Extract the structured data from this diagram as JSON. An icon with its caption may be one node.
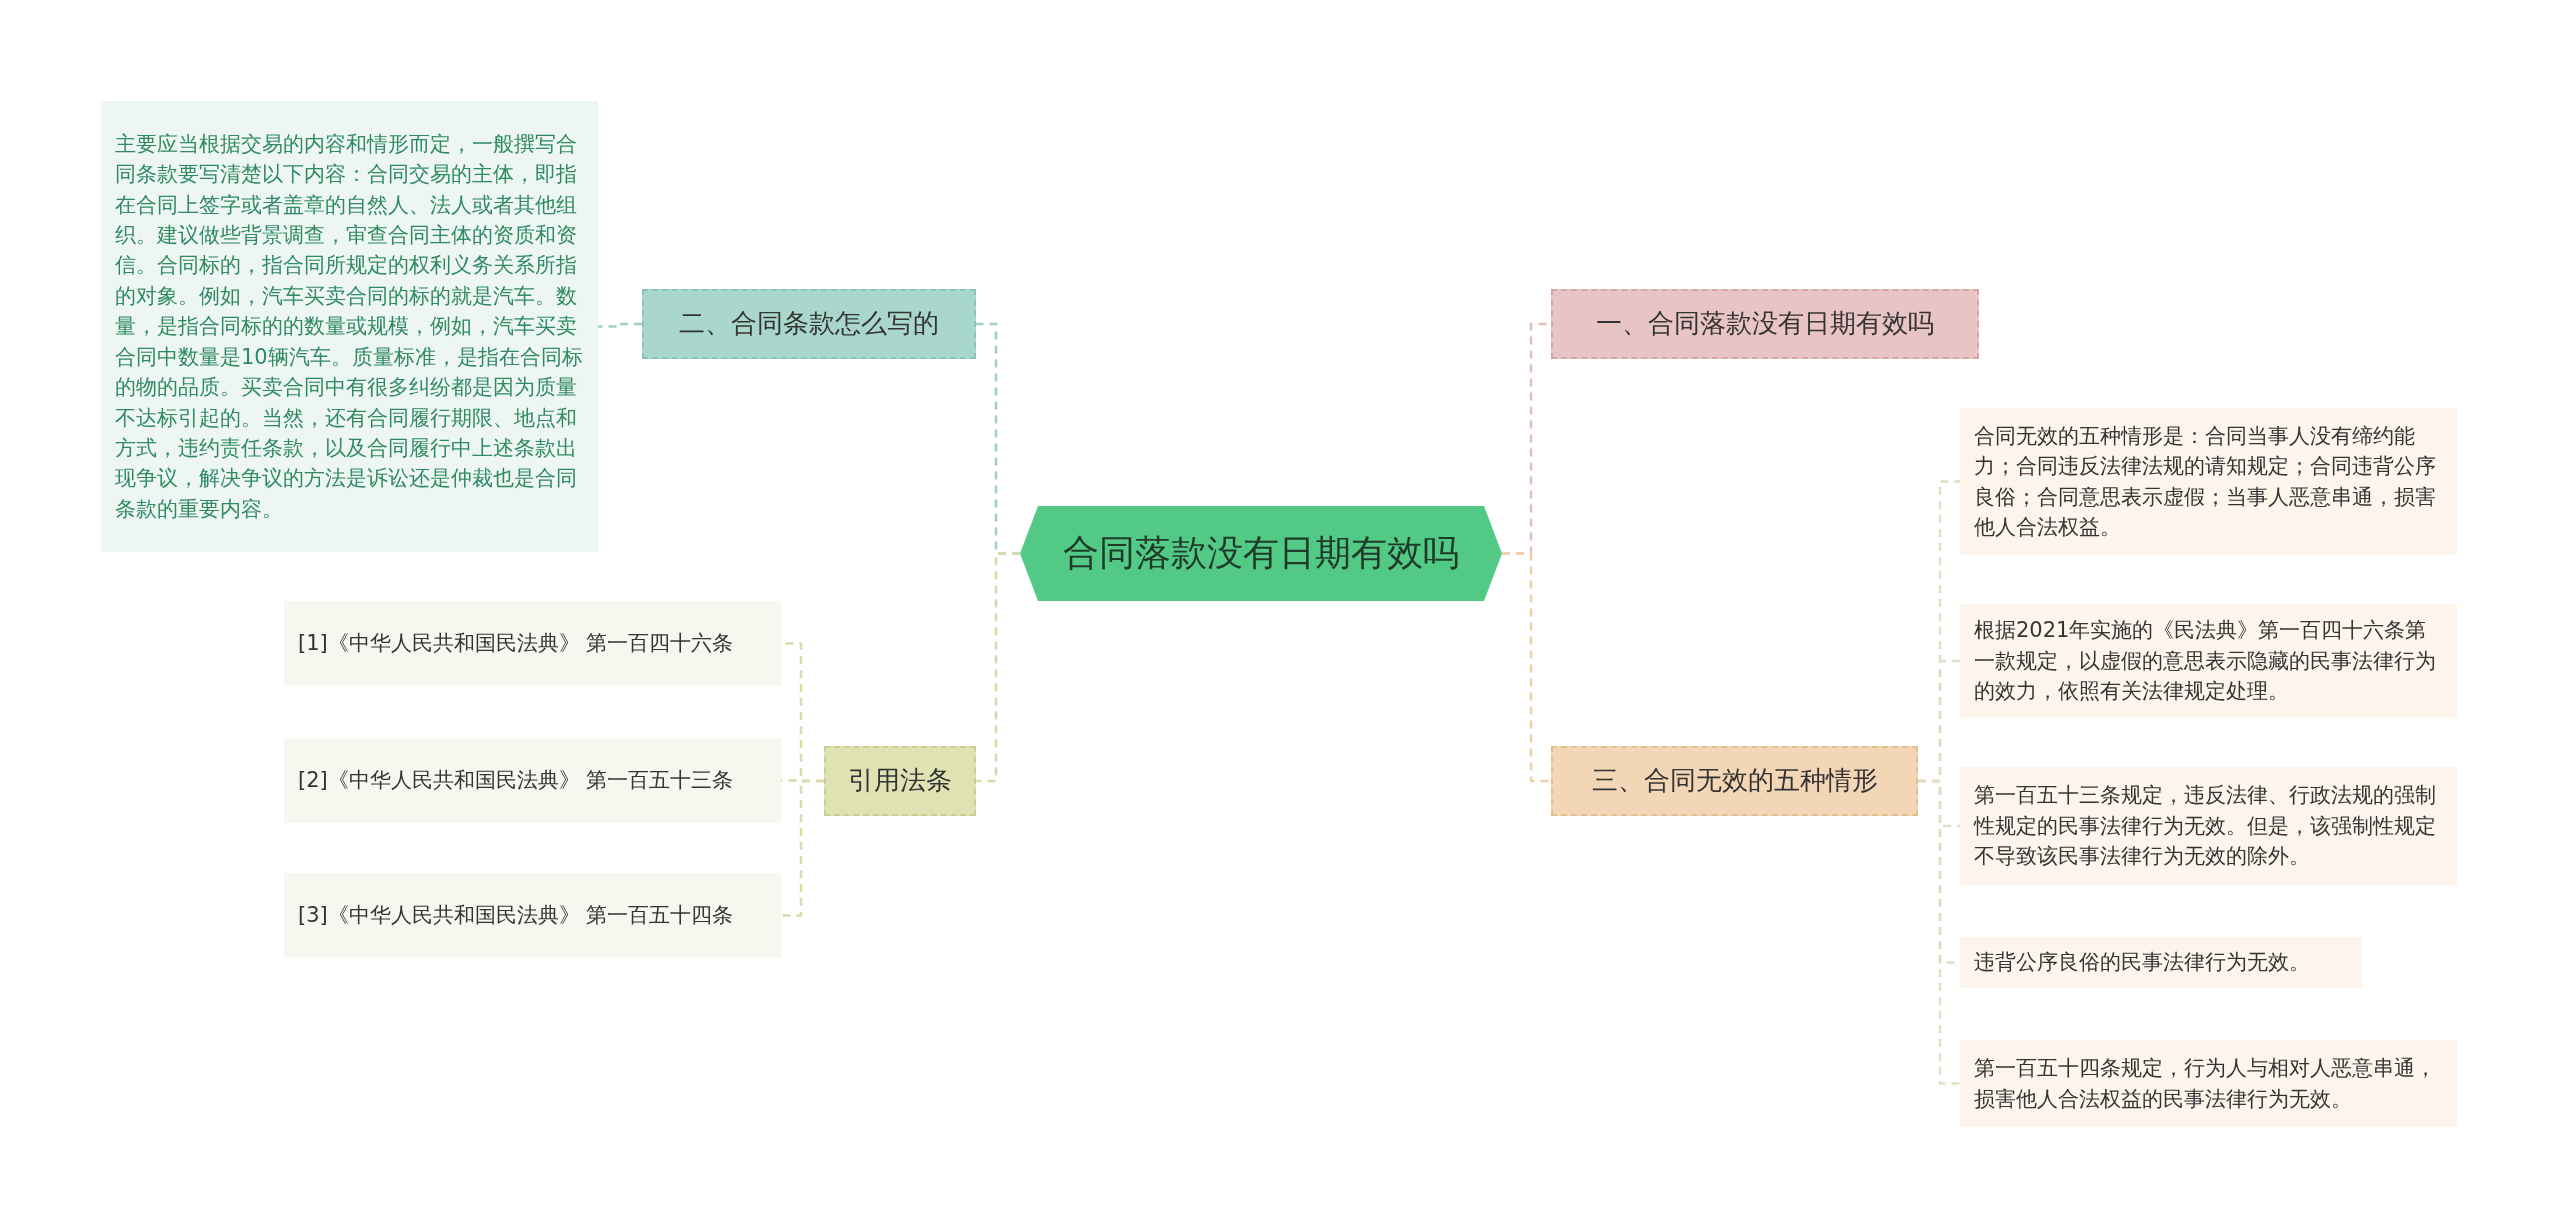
{
  "diagram": {
    "nodes": [
      {
        "text": [
          "合同落款没有日期有效吗"
        ]
      },
      {
        "text": [
          "一、合同落款没有日期有效吗"
        ]
      },
      {
        "text": [
          "三、合同无效的五种情形"
        ]
      },
      {
        "text": [
          "合同无效的五种情形是：合同当事人没有缔约能力；合同违反法律法规的请知规定；合同违背公序良俗；合同意思表示虚假；当事人恶意串通，损害他人合法权益。"
        ]
      },
      {
        "text": [
          "根据2021年实施的《民法典》第一百四十六条第一款规定，以虚假的意思表示隐藏的民事法律行为的效力，依照有关法律规定处理。"
        ]
      },
      {
        "text": [
          "第一百五十三条规定，违反法律、行政法规的强制性规定的民事法律行为无效。但是，该强制性规定不导致该民事法律行为无效的除外。"
        ]
      },
      {
        "text": [
          "违背公序良俗的民事法律行为无效。"
        ]
      },
      {
        "text": [
          "第一百五十四条规定，行为人与相对人恶意串通，损害他人合法权益的民事法律行为无效。"
        ]
      },
      {
        "text": [
          "二、合同条款怎么写的"
        ]
      },
      {
        "text": [
          "主要应当根据交易的内容和情形而定，一般撰写合同条款要写清楚以下内容：合同交易的主体，即指在合同上签字或者盖章的自然人、法人或者其他组织。建议做些背景调查，审查合同主体的资质和资信。合同标的，指合同所规定的权利义务关系所指的对象。例如，汽车买卖合同的标的就是汽车。数量，是指合同标的的数量或规模，例如，汽车买卖合同中数量是10辆汽车。质量标准，是指在合同标的物的品质。买卖合同中有很多纠纷都是因为质量不达标引起的。当然，还有合同履行期限、地点和方式，违约责任条款，以及合同履行中上述条款出现争议，解决争议的方法是诉讼还是仲裁也是合同条款的重要内容。"
        ]
      },
      {
        "text": [
          "引用法条"
        ]
      },
      {
        "text": [
          "[1]《中华人民共和国民法典》 第一百四十六条"
        ]
      },
      {
        "text": [
          "[2]《中华人民共和国民法典》 第一百五十三条"
        ]
      },
      {
        "text": [
          "[3]《中华人民共和国民法典》 第一百五十四条"
        ]
      }
    ],
    "edges": [
      {
        "from": 0,
        "to": 1,
        "arrow": "none",
        "style": "dashed",
        "color": "#e3bcbc"
      },
      {
        "from": 0,
        "to": 2,
        "arrow": "none",
        "style": "dashed",
        "color": "#f0cfa6"
      },
      {
        "from": 2,
        "to": 3,
        "arrow": "none",
        "style": "dashed",
        "color": "#e2ddc4"
      },
      {
        "from": 2,
        "to": 4,
        "arrow": "none",
        "style": "dashed",
        "color": "#e2ddc4"
      },
      {
        "from": 2,
        "to": 5,
        "arrow": "none",
        "style": "dashed",
        "color": "#e2ddc4"
      },
      {
        "from": 2,
        "to": 6,
        "arrow": "none",
        "style": "dashed",
        "color": "#e2ddc4"
      },
      {
        "from": 2,
        "to": 7,
        "arrow": "none",
        "style": "dashed",
        "color": "#e2ddc4"
      },
      {
        "from": 0,
        "to": 8,
        "arrow": "none",
        "style": "dashed",
        "color": "#9fd0c4"
      },
      {
        "from": 8,
        "to": 9,
        "arrow": "none",
        "style": "dashed",
        "color": "#9fd0c4"
      },
      {
        "from": 0,
        "to": 10,
        "arrow": "none",
        "style": "dashed",
        "color": "#d8dca8"
      },
      {
        "from": 10,
        "to": 11,
        "arrow": "none",
        "style": "dashed",
        "color": "#d8dca8"
      },
      {
        "from": 10,
        "to": 12,
        "arrow": "none",
        "style": "dashed",
        "color": "#d8dca8"
      },
      {
        "from": 10,
        "to": 13,
        "arrow": "none",
        "style": "dashed",
        "color": "#d8dca8"
      }
    ]
  }
}
